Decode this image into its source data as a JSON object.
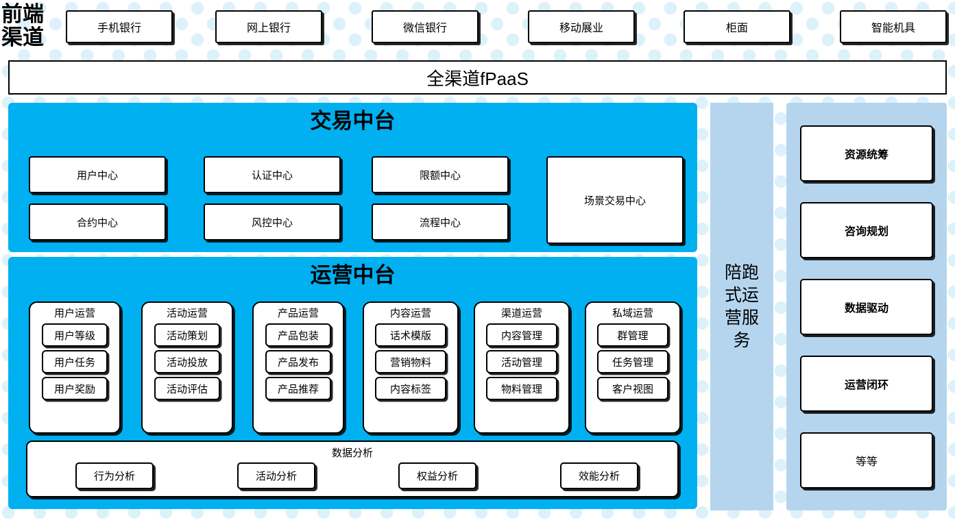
{
  "colors": {
    "cyan_panel": "#00b0f0",
    "light_blue_panel": "#b5d5ee",
    "background_dot": "#ddf1fb",
    "box_fill": "#ffffff",
    "box_border": "#000000"
  },
  "front_channel": {
    "label": "前端\n渠道",
    "channels": [
      {
        "label": "手机银行"
      },
      {
        "label": "网上银行"
      },
      {
        "label": "微信银行"
      },
      {
        "label": "移动展业"
      },
      {
        "label": "柜面"
      },
      {
        "label": "智能机具"
      }
    ]
  },
  "fpaas_bar": {
    "label": "全渠道fPaaS"
  },
  "trade_center": {
    "title": "交易中台",
    "boxes": [
      {
        "label": "用户中心"
      },
      {
        "label": "认证中心"
      },
      {
        "label": "限额中心"
      },
      {
        "label": "合约中心"
      },
      {
        "label": "风控中心"
      },
      {
        "label": "流程中心"
      }
    ],
    "scene_box": {
      "label": "场景交易中心"
    }
  },
  "ops_center": {
    "title": "运营中台",
    "groups": [
      {
        "title": "用户运营",
        "items": [
          "用户等级",
          "用户任务",
          "用户奖励"
        ]
      },
      {
        "title": "活动运营",
        "items": [
          "活动策划",
          "活动投放",
          "活动评估"
        ]
      },
      {
        "title": "产品运营",
        "items": [
          "产品包装",
          "产品发布",
          "产品推荐"
        ]
      },
      {
        "title": "内容运营",
        "items": [
          "话术模版",
          "营销物料",
          "内容标签"
        ]
      },
      {
        "title": "渠道运营",
        "items": [
          "内容管理",
          "活动管理",
          "物料管理"
        ]
      },
      {
        "title": "私域运营",
        "items": [
          "群管理",
          "任务管理",
          "客户视图"
        ]
      }
    ],
    "analysis": {
      "title": "数据分析",
      "items": [
        "行为分析",
        "活动分析",
        "权益分析",
        "效能分析"
      ]
    }
  },
  "service_bar": {
    "label": "陪跑式运营服务"
  },
  "right_panel": {
    "cards": [
      {
        "label": "资源统筹",
        "bold": true
      },
      {
        "label": "咨询规划",
        "bold": true
      },
      {
        "label": "数据驱动",
        "bold": true
      },
      {
        "label": "运营闭环",
        "bold": true
      },
      {
        "label": "等等",
        "bold": false
      }
    ]
  }
}
